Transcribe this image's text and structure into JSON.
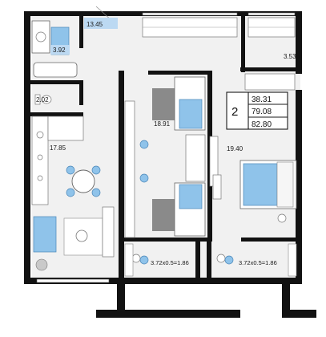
{
  "rooms": [
    {
      "id": "hall",
      "area": "13.45"
    },
    {
      "id": "bathroom",
      "area": "3.92"
    },
    {
      "id": "toilet",
      "area": "2.02"
    },
    {
      "id": "storage",
      "area": "3.53"
    },
    {
      "id": "kitchen-living",
      "area": "17.85"
    },
    {
      "id": "bedroom-1",
      "area": "18.91"
    },
    {
      "id": "bedroom-2",
      "area": "19.40"
    },
    {
      "id": "balcony-1",
      "area": "3.72x0.5=1.86"
    },
    {
      "id": "balcony-2",
      "area": "3.72x0.5=1.86"
    }
  ],
  "summary": {
    "rooms_count": "2",
    "living_area": "38.31",
    "total_area": "79.08",
    "total_with_balconies": "82.80"
  },
  "colors": {
    "wall": "#121212",
    "accent_blue": "#8fc3ea",
    "floor": "#f1f1f1"
  }
}
